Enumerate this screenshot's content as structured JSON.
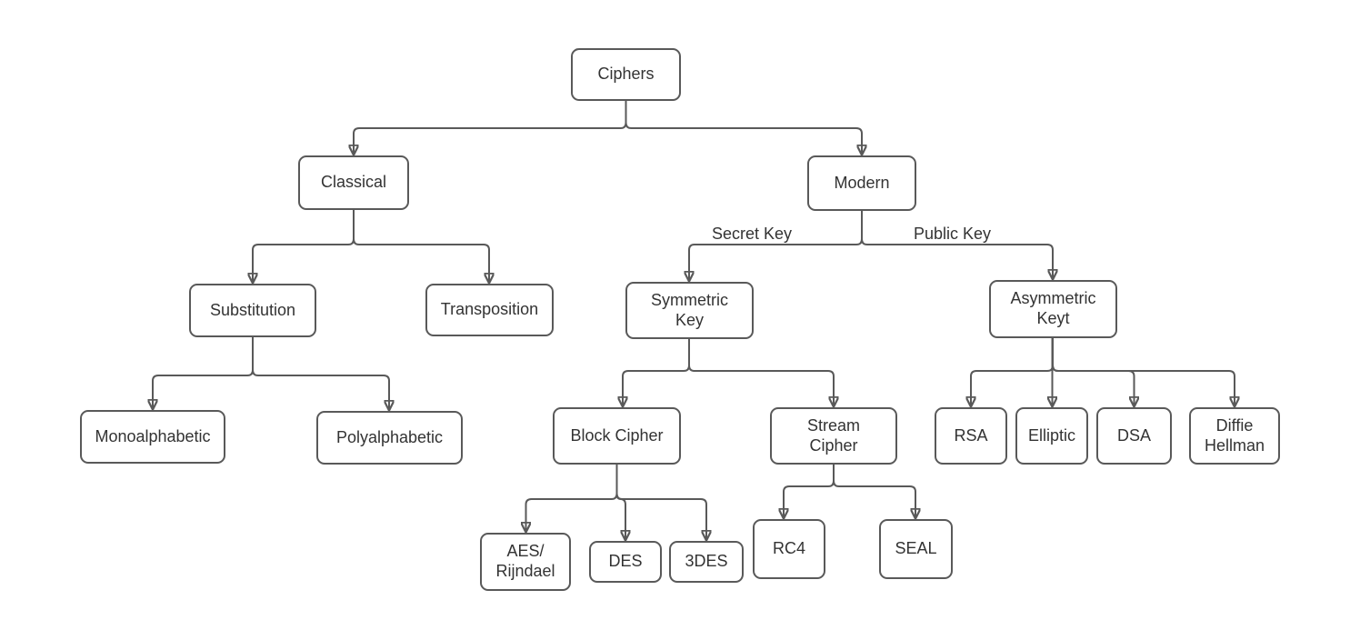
{
  "colors": {
    "background": "#ffffff",
    "node_fill": "#ffffff",
    "node_border": "#595959",
    "edge_stroke": "#595959",
    "text": "#333333"
  },
  "nodes": {
    "ciphers": {
      "label": "Ciphers"
    },
    "classical": {
      "label": "Classical"
    },
    "modern": {
      "label": "Modern"
    },
    "substitution": {
      "label": "Substitution"
    },
    "transposition": {
      "label": "Transposition"
    },
    "symmetric_key": {
      "label": "Symmetric\nKey"
    },
    "asymmetric_key": {
      "label": "Asymmetric\nKeyt"
    },
    "monoalphabetic": {
      "label": "Monoalphabetic"
    },
    "polyalphabetic": {
      "label": "Polyalphabetic"
    },
    "block_cipher": {
      "label": "Block Cipher"
    },
    "stream_cipher": {
      "label": "Stream\nCipher"
    },
    "rsa": {
      "label": "RSA"
    },
    "elliptic": {
      "label": "Elliptic"
    },
    "dsa": {
      "label": "DSA"
    },
    "diffie_hellman": {
      "label": "Diffie\nHellman"
    },
    "aes_rijndael": {
      "label": "AES/\nRijndael"
    },
    "des": {
      "label": "DES"
    },
    "triple_des": {
      "label": "3DES"
    },
    "rc4": {
      "label": "RC4"
    },
    "seal": {
      "label": "SEAL"
    }
  },
  "edge_labels": {
    "secret_key": "Secret Key",
    "public_key": "Public Key"
  },
  "edges": [
    {
      "from": "Ciphers",
      "to": "Classical"
    },
    {
      "from": "Ciphers",
      "to": "Modern"
    },
    {
      "from": "Classical",
      "to": "Substitution"
    },
    {
      "from": "Classical",
      "to": "Transposition"
    },
    {
      "from": "Modern",
      "to": "Symmetric Key",
      "label": "Secret Key"
    },
    {
      "from": "Modern",
      "to": "Asymmetric Keyt",
      "label": "Public Key"
    },
    {
      "from": "Substitution",
      "to": "Monoalphabetic"
    },
    {
      "from": "Substitution",
      "to": "Polyalphabetic"
    },
    {
      "from": "Symmetric Key",
      "to": "Block Cipher"
    },
    {
      "from": "Symmetric Key",
      "to": "Stream Cipher"
    },
    {
      "from": "Asymmetric Keyt",
      "to": "RSA"
    },
    {
      "from": "Asymmetric Keyt",
      "to": "Elliptic"
    },
    {
      "from": "Asymmetric Keyt",
      "to": "DSA"
    },
    {
      "from": "Asymmetric Keyt",
      "to": "Diffie Hellman"
    },
    {
      "from": "Block Cipher",
      "to": "AES/Rijndael"
    },
    {
      "from": "Block Cipher",
      "to": "DES"
    },
    {
      "from": "Block Cipher",
      "to": "3DES"
    },
    {
      "from": "Stream Cipher",
      "to": "RC4"
    },
    {
      "from": "Stream Cipher",
      "to": "SEAL"
    }
  ]
}
